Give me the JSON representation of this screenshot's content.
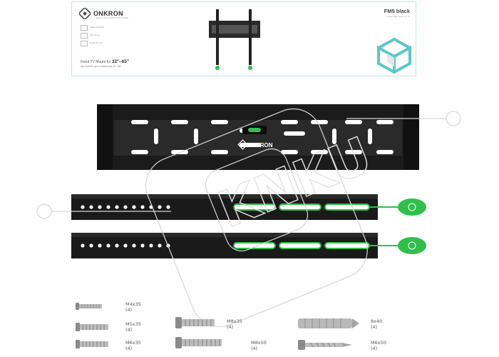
{
  "box_label": {
    "brand": "ONKRON",
    "tagline": "IDEAL SOLUTION FOR HOME",
    "model": "FM5 black",
    "model_sub": "Fixed wall mount for TV",
    "product_line_prefix": "Fixed TV Mount for",
    "product_size": "32\"–65\"",
    "product_sub": "Кронштейн для телевизора 32\"-65\"",
    "specs": [
      "VESA 400x400",
      "Max 40 kg",
      "Depth 25 mm"
    ]
  },
  "plate_brand": "ONKRON",
  "screws": [
    {
      "size": "M4x35",
      "qty": "(4)"
    },
    {
      "size": "M5x35",
      "qty": "(4)"
    },
    {
      "size": "M6x35",
      "qty": "(4)"
    },
    {
      "size": "M8x35",
      "qty": "(4)"
    },
    {
      "size": "M8x50",
      "qty": "(4)"
    },
    {
      "size": "8x40",
      "qty": "(4)"
    },
    {
      "size": "M6x50",
      "qty": "(4)"
    }
  ],
  "watermark_text": "KNKU",
  "colors": {
    "accent_green": "#2fbf4a",
    "metal_black": "#1f1f1f",
    "label_border": "#bde7ea",
    "cube_teal": "#5bc7c9"
  }
}
